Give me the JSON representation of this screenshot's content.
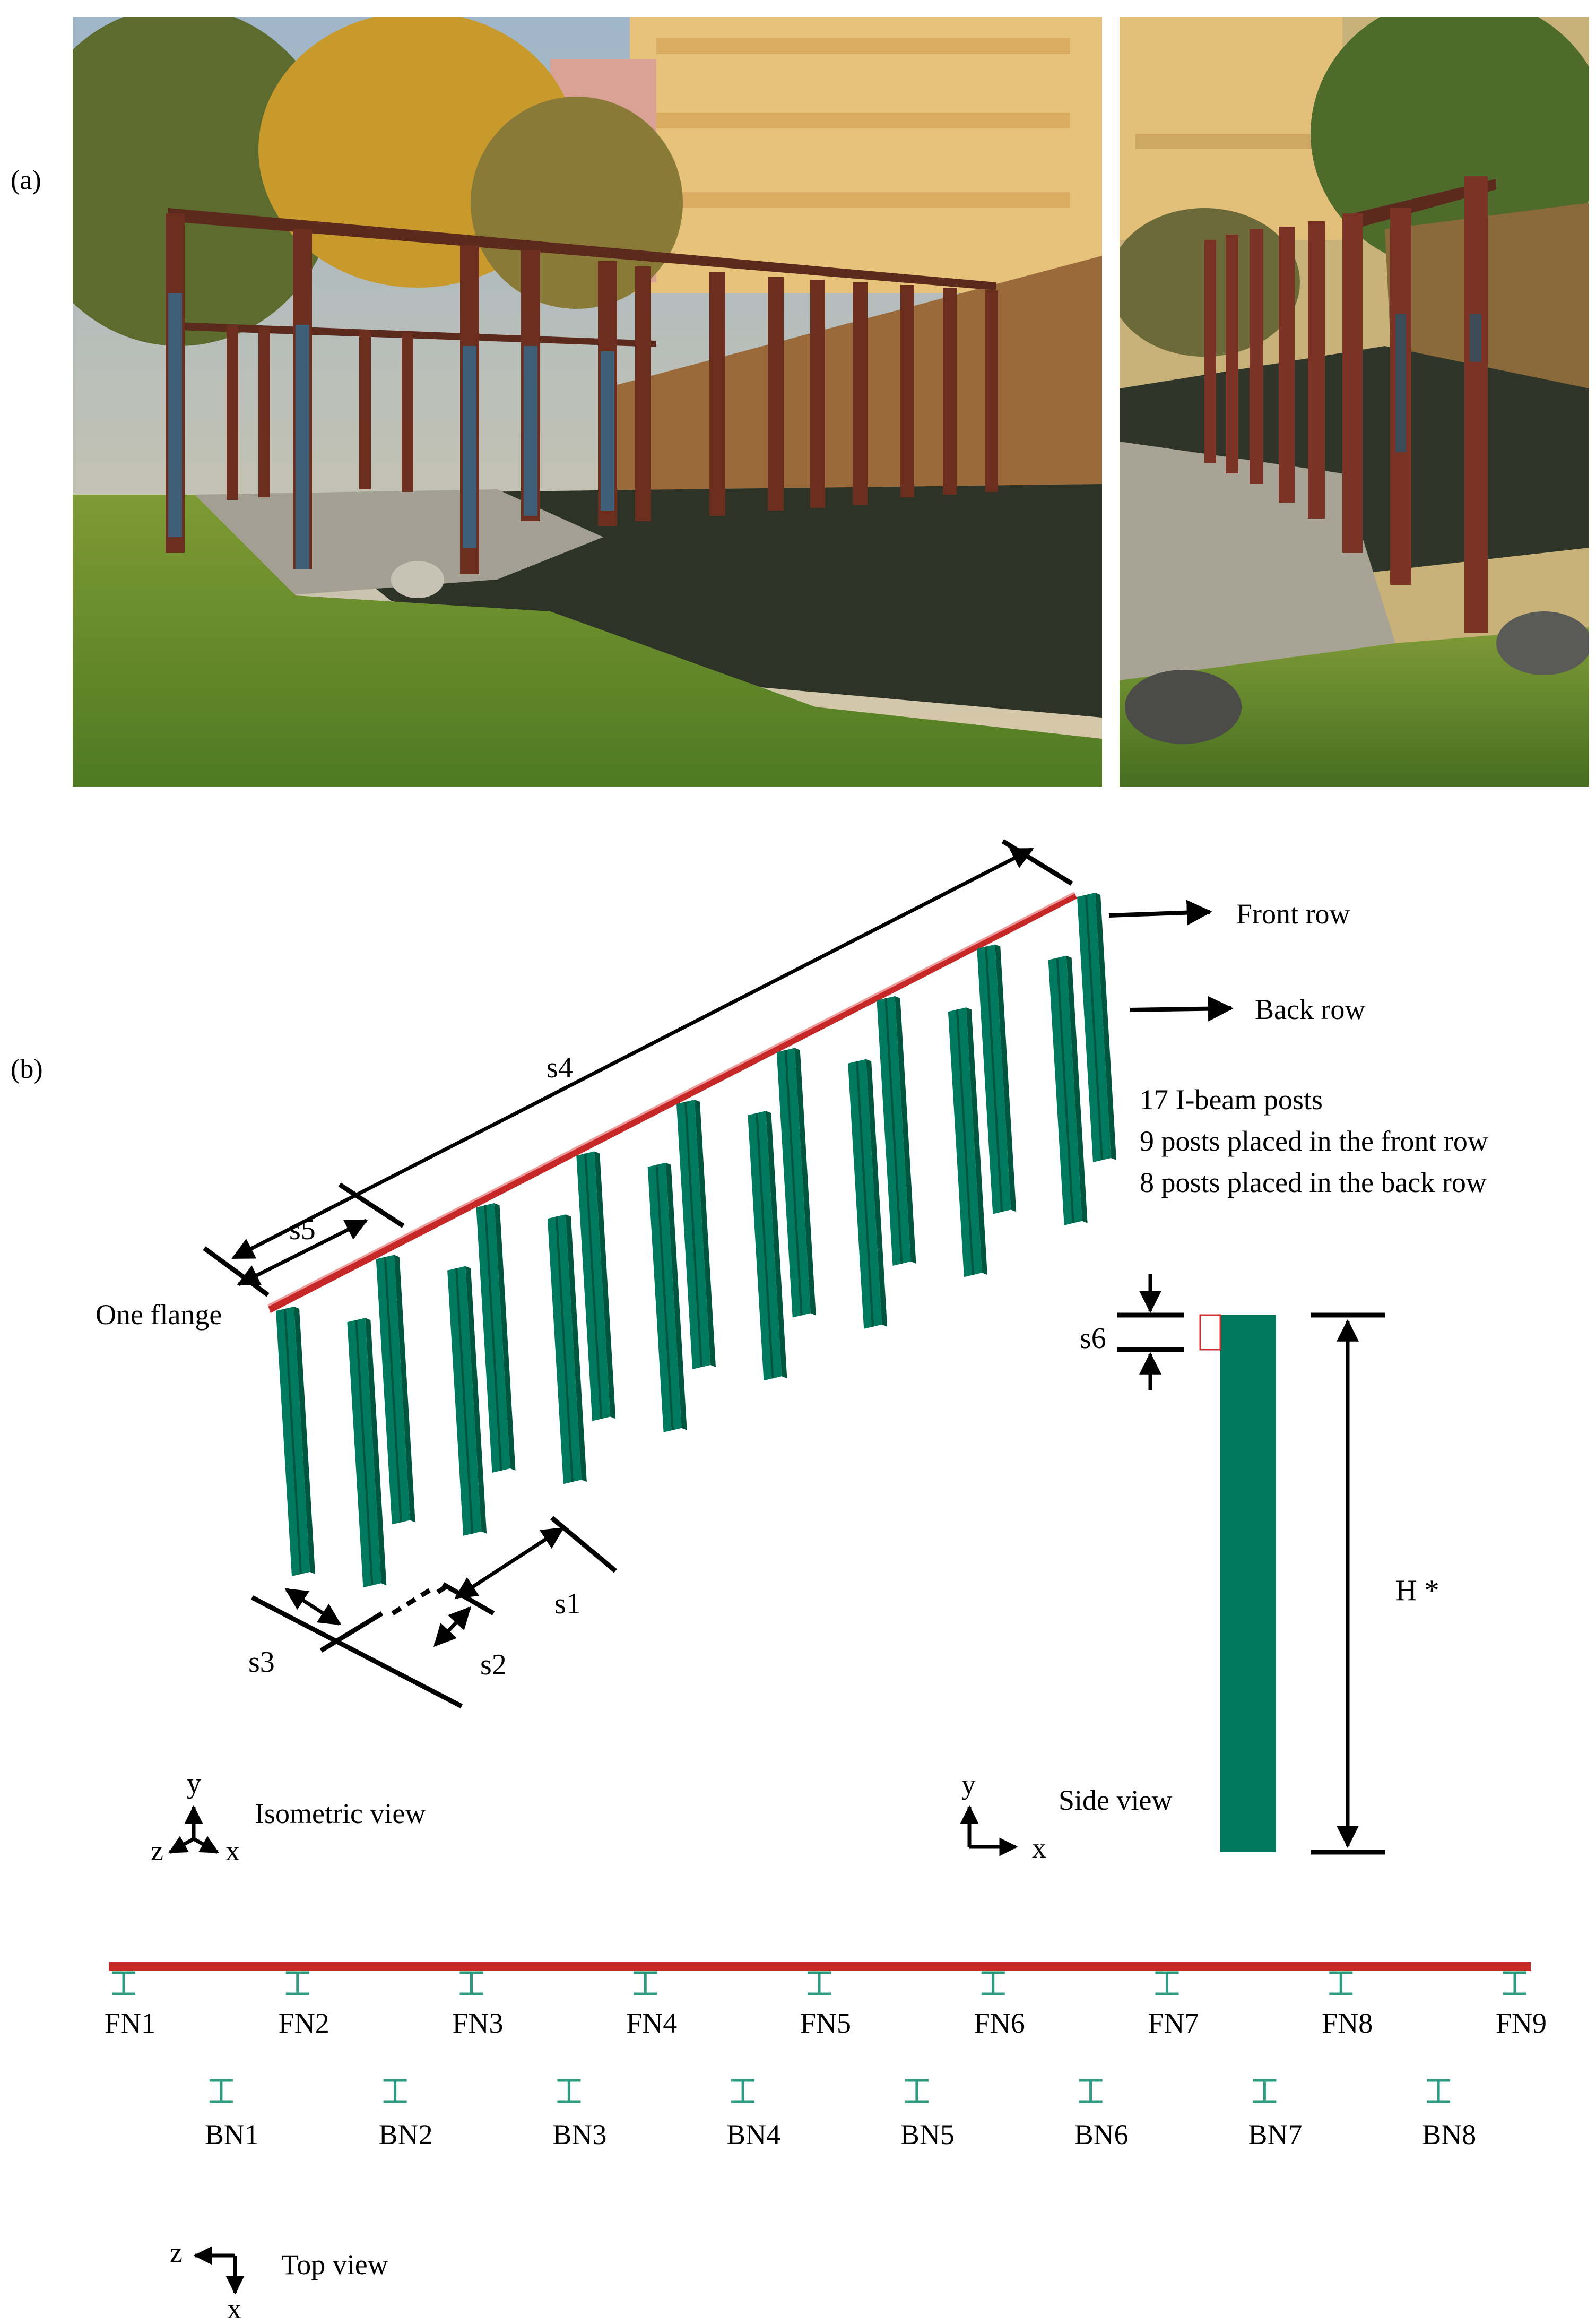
{
  "panel_a_label": "(a)",
  "panel_b_label": "(b)",
  "labels": {
    "s1": "s1",
    "s2": "s2",
    "s3": "s3",
    "s4": "s4",
    "s5": "s5",
    "s6": "s6",
    "h_star": "H *",
    "one_flange": "One flange",
    "front_row": "Front row",
    "back_row": "Back row"
  },
  "description_lines": [
    "17 I-beam posts",
    "9 posts placed in the front row",
    "8 posts placed in the back row"
  ],
  "views": {
    "isometric": "Isometric view",
    "side": "Side view",
    "top": "Top view"
  },
  "axes": {
    "x": "x",
    "y": "y",
    "z": "z"
  },
  "front_nodes": [
    "FN1",
    "FN2",
    "FN3",
    "FN4",
    "FN5",
    "FN6",
    "FN7",
    "FN8",
    "FN9"
  ],
  "back_nodes": [
    "BN1",
    "BN2",
    "BN3",
    "BN4",
    "BN5",
    "BN6",
    "BN7",
    "BN8"
  ],
  "colors": {
    "post": "#007a5e",
    "post_dark": "#00553f",
    "beam": "#c62828",
    "top_post": "#2e9a80"
  }
}
